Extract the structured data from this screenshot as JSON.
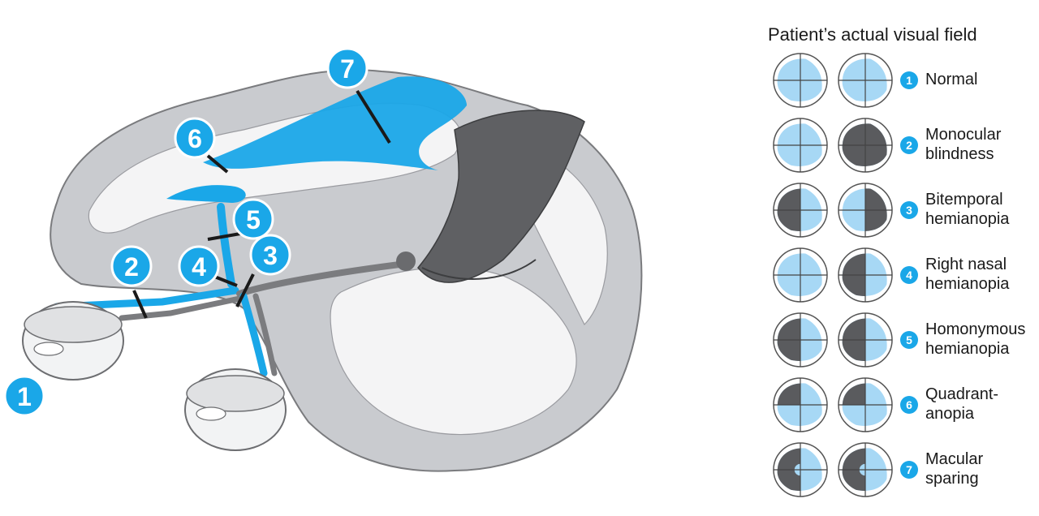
{
  "diagram": {
    "callouts": [
      {
        "id": 1,
        "label": "1"
      },
      {
        "id": 2,
        "label": "2"
      },
      {
        "id": 3,
        "label": "3"
      },
      {
        "id": 4,
        "label": "4"
      },
      {
        "id": 5,
        "label": "5"
      },
      {
        "id": 6,
        "label": "6"
      },
      {
        "id": 7,
        "label": "7"
      }
    ]
  },
  "legend": {
    "title": "Patient’s actual visual field",
    "rows": [
      {
        "num": "1",
        "line1": "Normal",
        "line2": "",
        "left": "normal",
        "right": "normal"
      },
      {
        "num": "2",
        "line1": "Monocular",
        "line2": "blindness",
        "left": "normal",
        "right": "blind"
      },
      {
        "num": "3",
        "line1": "Bitemporal",
        "line2": "hemianopia",
        "left": "left-half",
        "right": "right-half"
      },
      {
        "num": "4",
        "line1": "Right nasal",
        "line2": "hemianopia",
        "left": "normal",
        "right": "left-half"
      },
      {
        "num": "5",
        "line1": "Homonymous",
        "line2": "hemianopia",
        "left": "left-half",
        "right": "left-half"
      },
      {
        "num": "6",
        "line1": "Quadrant-",
        "line2": "anopia",
        "left": "upper-left",
        "right": "upper-left"
      },
      {
        "num": "7",
        "line1": "Macular",
        "line2": "sparing",
        "left": "left-spared",
        "right": "left-spared"
      }
    ]
  },
  "colors": {
    "accent": "#1aa7e8",
    "field_seen": "#a7d8f5",
    "field_lost": "#5a5b5e",
    "brain_gray": "#c9cbcf",
    "white_matter": "#f4f4f5"
  }
}
